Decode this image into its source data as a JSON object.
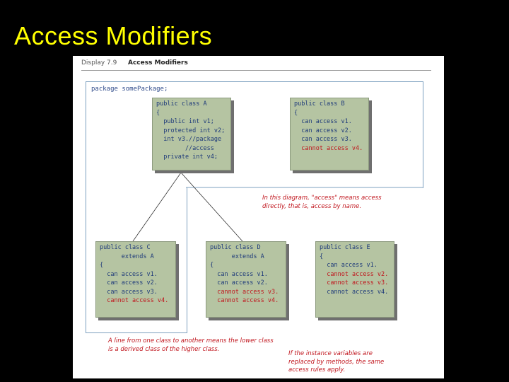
{
  "slide": {
    "title": "Access Modifiers"
  },
  "display": {
    "number": "Display 7.9",
    "title": "Access Modifiers"
  },
  "diagram": {
    "package_line": "package somePackage;",
    "class_a": [
      "public class A",
      "{",
      "  public int v1;",
      "  protected int v2;",
      "  int v3.//package",
      "        //access",
      "  private int v4;"
    ],
    "class_b": [
      "public class B",
      "{",
      "  can access v1.",
      "  can access v2.",
      "  can access v3.",
      "  cannot access v4."
    ],
    "class_c": [
      "public class C",
      "      extends A",
      "{",
      "  can access v1.",
      "  can access v2.",
      "  can access v3.",
      "  cannot access v4."
    ],
    "class_d": [
      "public class D",
      "      extends A",
      "{",
      "  can access v1.",
      "  can access v2.",
      "  cannot access v3.",
      "  cannot access v4."
    ],
    "class_e": [
      "public class E",
      "{",
      "  can access v1.",
      "  cannot access v2.",
      "  cannot access v3.",
      "  cannot access v4."
    ],
    "note_access": [
      "In this diagram, \"access\" means access",
      "directly, that is, access by name."
    ],
    "note_line": [
      "A line from one class to another means the lower class",
      "is a derived class of the higher class."
    ],
    "note_methods": [
      "If the instance variables are",
      "replaced by methods, the same",
      "access rules apply."
    ]
  },
  "colors": {
    "title": "#ffff00",
    "code": "#1e3a7a",
    "emphasis": "#c0141c",
    "class_box": "#b5c4a2",
    "frame": "#7da0bf"
  }
}
